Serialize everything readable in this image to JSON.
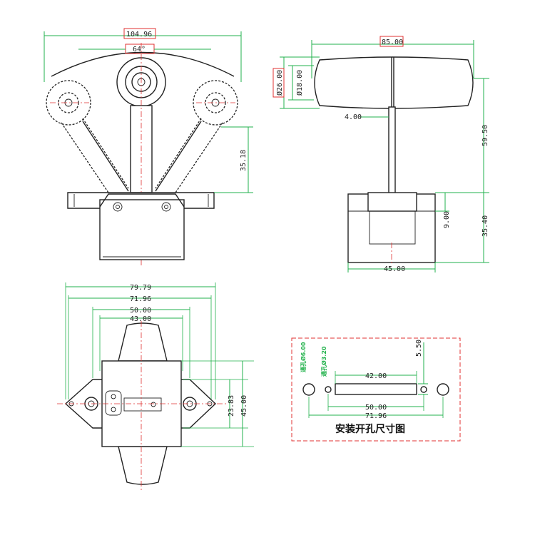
{
  "front_view": {
    "dim_width": "104.96",
    "dim_angle": "64°",
    "dim_height": "35.18"
  },
  "side_view": {
    "dim_knob_length": "85.00",
    "dim_knob_d1": "Ø26.00",
    "dim_knob_d2": "Ø18.00",
    "dim_shaft": "4.00",
    "dim_lever": "59.50",
    "dim_base_h": "9.00",
    "dim_body_h": "35.40",
    "dim_body_w": "45.00"
  },
  "top_view": {
    "dim_overall": "79.79",
    "dim_mount": "71.96",
    "dim_body": "50.00",
    "dim_inner": "43.00",
    "dim_depth1": "23.83",
    "dim_depth2": "45.00"
  },
  "cutout": {
    "title": "安装开孔尺寸图",
    "hole_big": "通孔Ø6.00",
    "hole_small": "通孔Ø3.20",
    "dim_slot_w": "42.00",
    "dim_slot_h": "5.50",
    "dim_inner_holes": "50.00",
    "dim_outer_holes": "71.96"
  }
}
